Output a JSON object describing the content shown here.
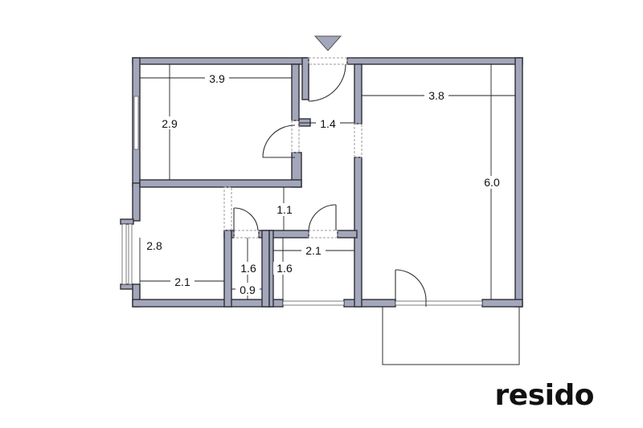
{
  "brand": {
    "logo_text": "resido"
  },
  "floor_plan": {
    "entrance_marker": "entrance-arrow",
    "wall_color": "#a3a7bb",
    "dimensions": {
      "bedroom_width": "3.9",
      "bedroom_depth": "2.9",
      "hall_width": "1.4",
      "hall_depth": "1.1",
      "living_width": "3.8",
      "living_depth": "6.0",
      "room_depth": "2.8",
      "room_width": "2.1",
      "wc_depth": "1.6",
      "wc_width": "0.9",
      "bath_depth": "1.6",
      "bath_width": "2.1"
    }
  }
}
